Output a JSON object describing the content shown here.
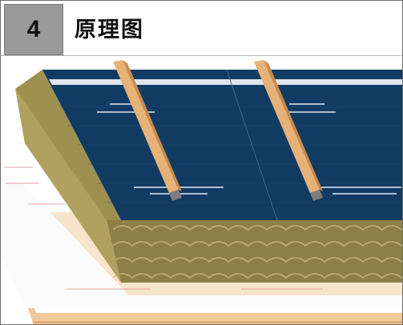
{
  "section_number": "4",
  "section_title": "原理图",
  "colors": {
    "header_box": "#9a9a9a",
    "membrane": "#123b63",
    "insulation": "#8b7f45",
    "rafter": "#e0a867",
    "base_board": "#f3d6b3"
  },
  "illustration": {
    "description_icon": "roof-insulation-cross-section"
  }
}
